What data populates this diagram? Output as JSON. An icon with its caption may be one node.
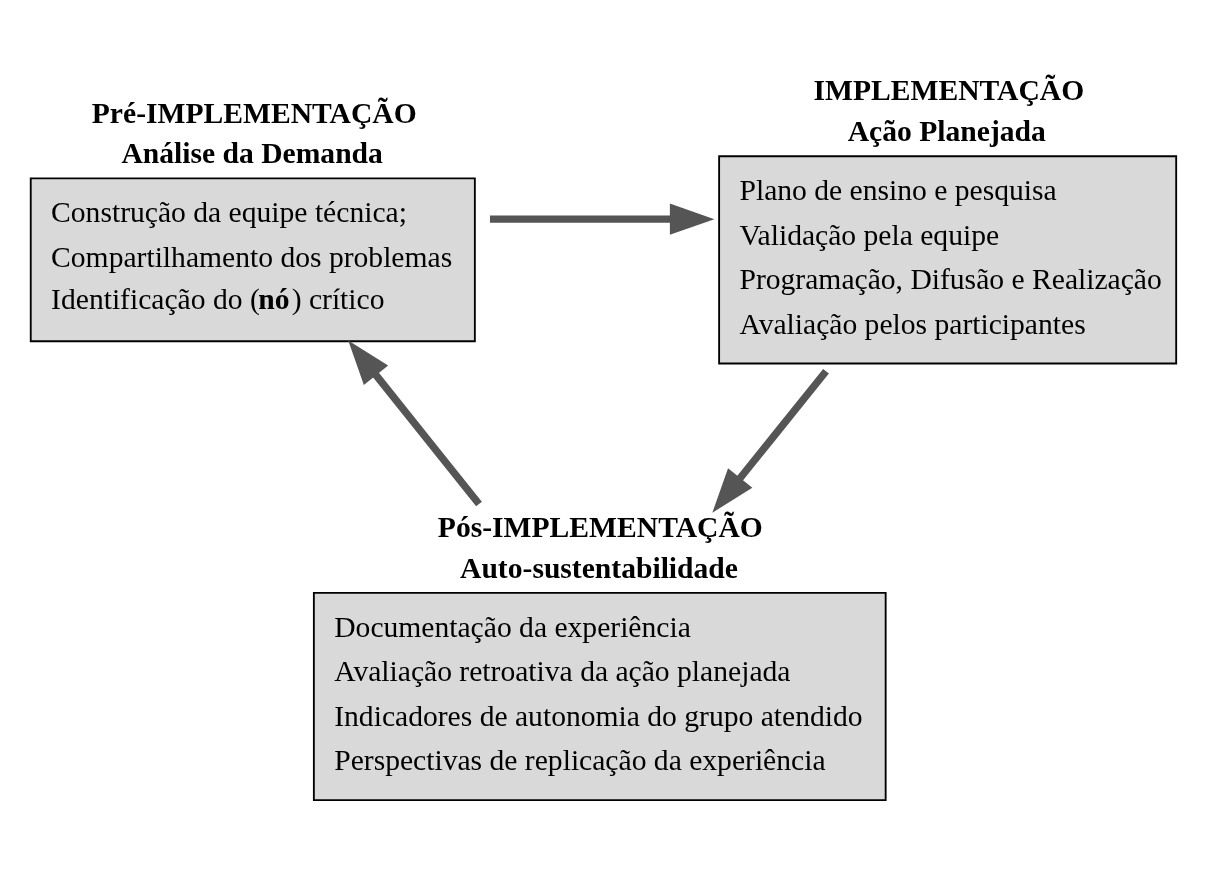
{
  "diagram": {
    "nodes": [
      {
        "text": [
          "Pré-IMPLEMENTAÇÃO",
          "Análise da Demanda",
          "Construção da equipe técnica;",
          "Compartilhamento dos problemas",
          "Identificação do (**nó**) crítico"
        ]
      },
      {
        "text": [
          "IMPLEMENTAÇÃO",
          "Ação Planejada",
          "Plano de ensino e pesquisa",
          "Validação pela equipe",
          "Programação, Difusão e Realização",
          "Avaliação pelos participantes"
        ]
      },
      {
        "text": [
          "Pós-IMPLEMENTAÇÃO",
          "Auto-sustentabilidade",
          "Documentação da experiência",
          "Avaliação retroativa da ação planejada",
          "Indicadores de autonomia do grupo atendido",
          "Perspectivas de replicação da experiência"
        ]
      }
    ],
    "edges": [
      {
        "from": 0,
        "to": 1,
        "arrow": "to"
      },
      {
        "from": 1,
        "to": 2,
        "arrow": "to"
      },
      {
        "from": 2,
        "to": 0,
        "arrow": "to"
      }
    ]
  }
}
